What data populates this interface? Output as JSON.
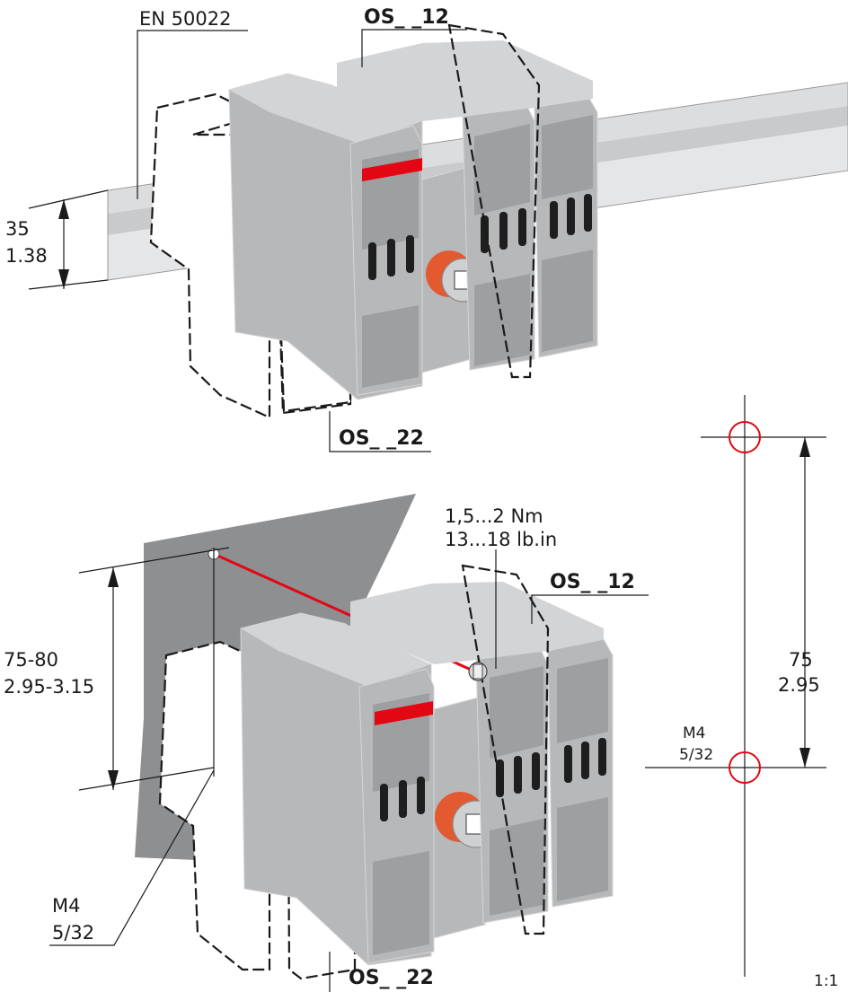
{
  "top_view": {
    "rail_standard": "EN 50022",
    "model_top": "OS_ _12",
    "model_bottom": "OS_ _22",
    "rail_height_mm": "35",
    "rail_height_in": "1.38"
  },
  "bottom_view": {
    "torque_nm": "1,5...2 Nm",
    "torque_lbin": "13...18 lb.in",
    "model_top": "OS_ _12",
    "model_bottom": "OS_ _22",
    "hole_spacing_mm": "75-80",
    "hole_spacing_in": "2.95-3.15",
    "screw_size": "M4",
    "screw_size_in": "5/32"
  },
  "template": {
    "spacing_mm": "75",
    "spacing_in": "2.95",
    "screw_size": "M4",
    "screw_size_in": "5/32",
    "scale": "1:1"
  },
  "colors": {
    "accent_red": "#e30613",
    "housing_grey": "#b7b8ba",
    "panel_grey": "#8e8f91"
  }
}
